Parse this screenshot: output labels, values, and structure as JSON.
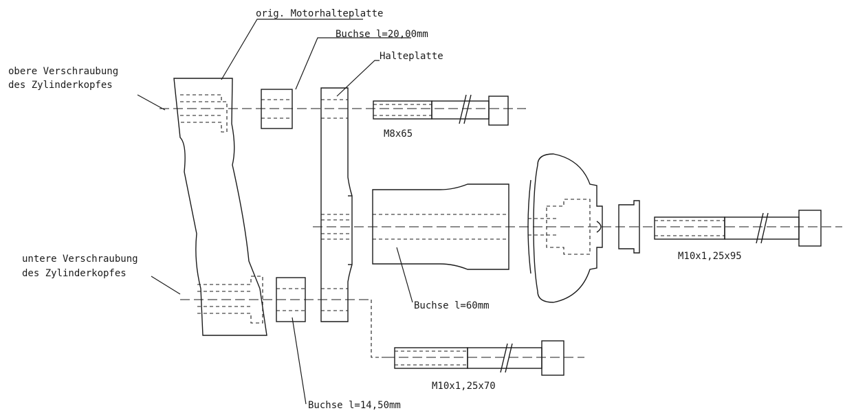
{
  "labels": {
    "motor_plate": "orig. Motorhalteplatte",
    "bushing_20": "Buchse l=20,00mm",
    "holding_plate": "Halteplatte",
    "upper_screw_line1": "obere Verschraubung",
    "upper_screw_line2": "des Zylinderkopfes",
    "lower_screw_line1": "untere Verschraubung",
    "lower_screw_line2": "des Zylinderkopfes",
    "bolt_m8": "M8x65",
    "bolt_m10_95": "M10x1,25x95",
    "bushing_60": "Buchse l=60mm",
    "bolt_m10_70": "M10x1,25x70",
    "bushing_14": "Buchse l=14,50mm"
  }
}
